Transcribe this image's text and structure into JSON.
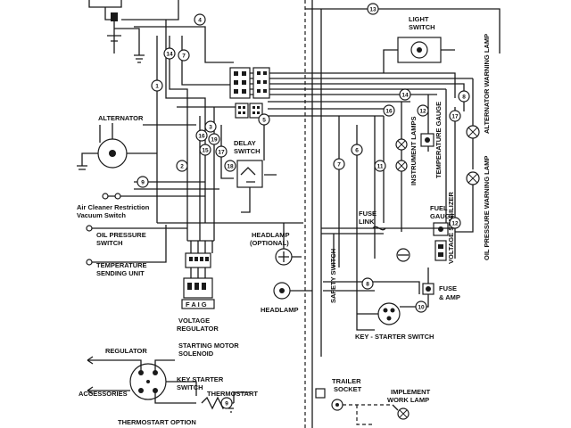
{
  "labels": {
    "light_switch": [
      "LIGHT",
      "SWITCH"
    ],
    "alternator_warning_lamp": "ALTERNATOR WARNING LAMP",
    "alternator": "ALTERNATOR",
    "delay_switch": [
      "DELAY",
      "SWITCH"
    ],
    "instrument_lamps": "INSTRUMENT LAMPS",
    "temperature_gauge": "TEMPERATURE GAUGE",
    "air_cleaner": [
      "Air Cleaner Restriction",
      "Vacuum Switch"
    ],
    "oil_pressure_switch": [
      "OIL PRESSURE",
      "SWITCH"
    ],
    "temperature_sending_unit": [
      "TEMPERATURE",
      "SENDING UNIT"
    ],
    "fuel_gauge": [
      "FUEL",
      "GAUGE"
    ],
    "oil_pressure_warning_lamp": "OIL PRESSURE WARNING LAMP",
    "headlamp_optional": [
      "HEADLAMP",
      "(OPTIONAL)"
    ],
    "fuse_link": [
      "FUSE",
      "LINK"
    ],
    "voltage_stabilizer": "VOLTAGE STABILIZER",
    "safety_switch": "SAFETY SWITCH",
    "headlamp": "HEADLAMP",
    "fuse_amp": [
      "FUSE",
      "& AMP"
    ],
    "voltage_regulator": [
      "VOLTAGE",
      "REGULATOR"
    ],
    "regulator_terminals": "F A I G",
    "key_starter_switch": "KEY - STARTER SWITCH",
    "regulator": "REGULATOR",
    "starting_motor_solenoid": [
      "STARTING MOTOR",
      "SOLENOID"
    ],
    "accessories": "ACCESSORIES",
    "key_starter_switch_2": [
      "KEY STARTER",
      "SWITCH"
    ],
    "thermostart": "THERMOSTART",
    "thermostart_option": "THERMOSTART OPTION",
    "trailer_socket": [
      "TRAILER",
      "SOCKET"
    ],
    "implement_work_lamp": [
      "IMPLEMENT",
      "WORK LAMP"
    ]
  },
  "wire_numbers": {
    "n1": "1",
    "n2": "2",
    "n3": "3",
    "n4": "4",
    "n5": "5",
    "n6": "6",
    "n7": "7",
    "n8": "8",
    "n9": "9",
    "n10": "10",
    "n11": "11",
    "n12": "12",
    "n13": "13",
    "n14": "14",
    "n15": "15",
    "n16": "16",
    "n17": "17",
    "n18": "18",
    "n19": "19"
  }
}
